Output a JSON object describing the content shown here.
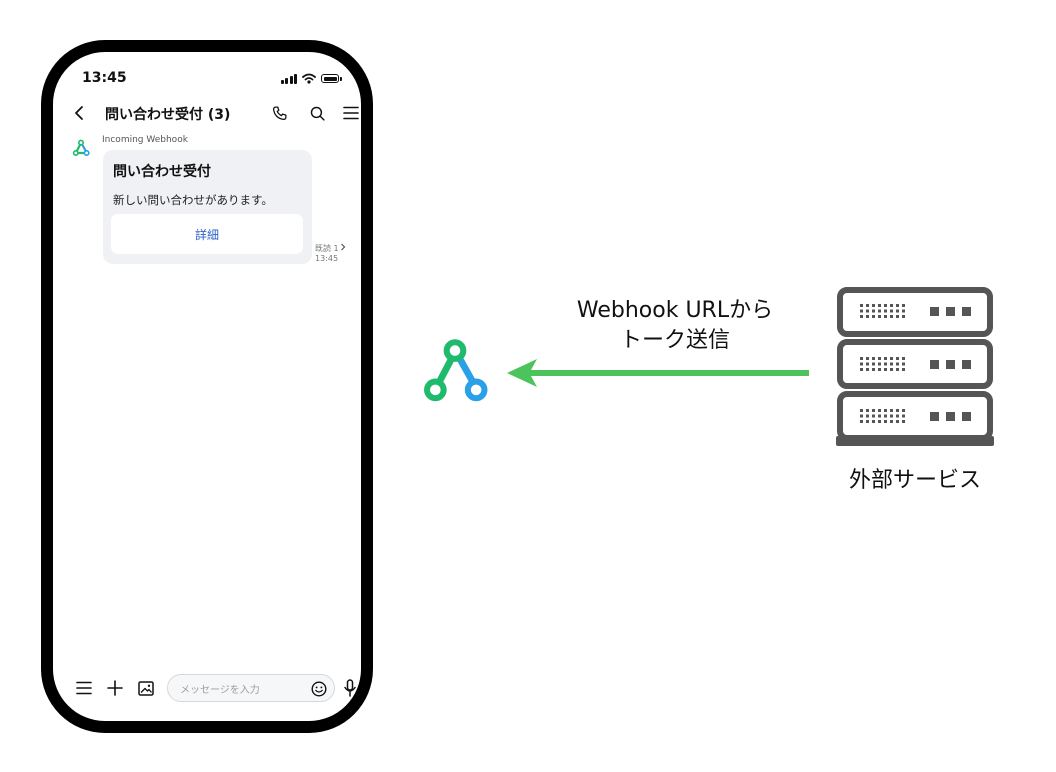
{
  "colors": {
    "arrow": "#4cc35c",
    "link": "#2b62c8",
    "webhook_green": "#1fba6b",
    "webhook_blue": "#2aa0e8",
    "server": "#555555",
    "bubble": "#eff1f4"
  },
  "phone": {
    "status_bar": {
      "time": "13:45",
      "icons": [
        "signal-icon",
        "wifi-icon",
        "battery-icon"
      ]
    },
    "header": {
      "back_icon": "chevron-left-icon",
      "title": "問い合わせ受付 (3)",
      "actions": [
        "phone-icon",
        "search-icon",
        "menu-icon"
      ]
    },
    "message": {
      "sender": "Incoming Webhook",
      "avatar_icon": "webhook-icon",
      "card": {
        "title": "問い合わせ受付",
        "body": "新しい問い合わせがあります。",
        "button": "詳細"
      },
      "read_status": "既読 1",
      "time": "13:45"
    },
    "composer": {
      "icons": [
        "menu-icon",
        "plus-icon",
        "image-icon",
        "emoji-icon",
        "mic-icon"
      ],
      "placeholder": "メッセージを入力"
    }
  },
  "diagram": {
    "arrow_label_line1": "Webhook URLから",
    "arrow_label_line2": "トーク送信",
    "webhook_icon": "webhook-icon",
    "server_icon": "server-icon",
    "server_label": "外部サービス"
  }
}
